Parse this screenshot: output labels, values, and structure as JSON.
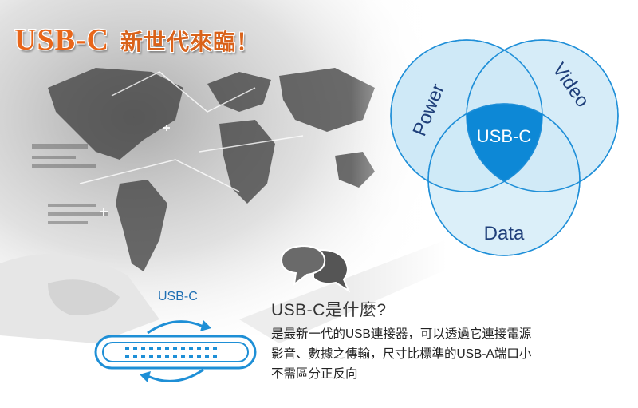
{
  "title": {
    "main": "USB-C",
    "sub": "新世代來臨！"
  },
  "venn": {
    "power": "Power",
    "video": "Video",
    "data": "Data",
    "center": "USB-C",
    "colors": {
      "fill": "#cfe9f7",
      "stroke": "#1f8fd8",
      "center": "#0d88d6"
    }
  },
  "port_label": "USB-C",
  "question": "USB-C是什麼?",
  "description": {
    "line1": "是最新一代的USB連接器，可以透過它連接電源",
    "line2": "影音、數據之傳輸，尺寸比標準的USB-A端口小",
    "line3": "不需區分正反向"
  },
  "icons": [
    "world-map-background",
    "chat-bubbles-icon",
    "usb-c-port-icon",
    "rotate-arrows-icon"
  ]
}
